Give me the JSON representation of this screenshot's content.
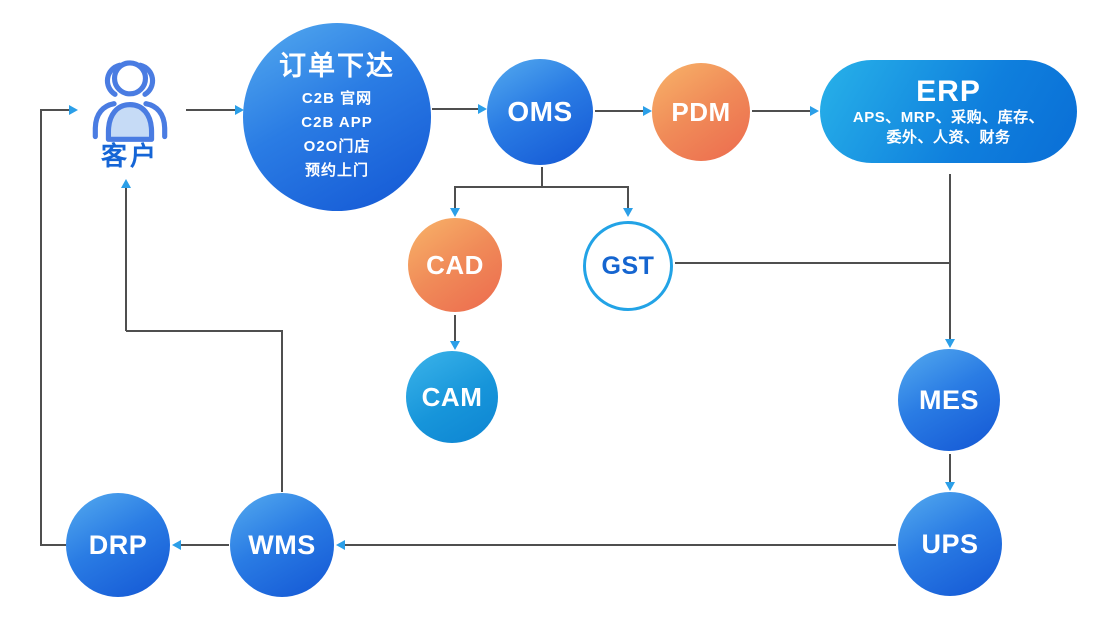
{
  "diagram": {
    "customer": {
      "label": "客户"
    },
    "order": {
      "title": "订单下达",
      "items": [
        "C2B 官网",
        "C2B APP",
        "O2O门店",
        "预约上门"
      ]
    },
    "oms": {
      "label": "OMS"
    },
    "pdm": {
      "label": "PDM"
    },
    "erp": {
      "title": "ERP",
      "subtitle_line1": "APS、MRP、采购、库存、",
      "subtitle_line2": "委外、人资、财务"
    },
    "cad": {
      "label": "CAD"
    },
    "gst": {
      "label": "GST"
    },
    "cam": {
      "label": "CAM"
    },
    "mes": {
      "label": "MES"
    },
    "ups": {
      "label": "UPS"
    },
    "wms": {
      "label": "WMS"
    },
    "drp": {
      "label": "DRP"
    }
  },
  "colors": {
    "blue_node_start": "#55abef",
    "blue_node_end": "#1356d4",
    "orange_node_start": "#f8b469",
    "orange_node_end": "#ec6a4e",
    "cyan_node_start": "#3cb4ea",
    "cyan_node_end": "#0d84d2",
    "erp_start": "#28b2e9",
    "erp_end": "#0a6ed6",
    "gst_border": "#22a3e6",
    "gst_text": "#1565d0",
    "connector_line": "#4f4f4f",
    "arrowhead": "#2b9fe8",
    "customer_label": "#1565d6",
    "customer_icon_stroke": "#4a7ce2",
    "customer_icon_fill": "#c6dbf6"
  }
}
